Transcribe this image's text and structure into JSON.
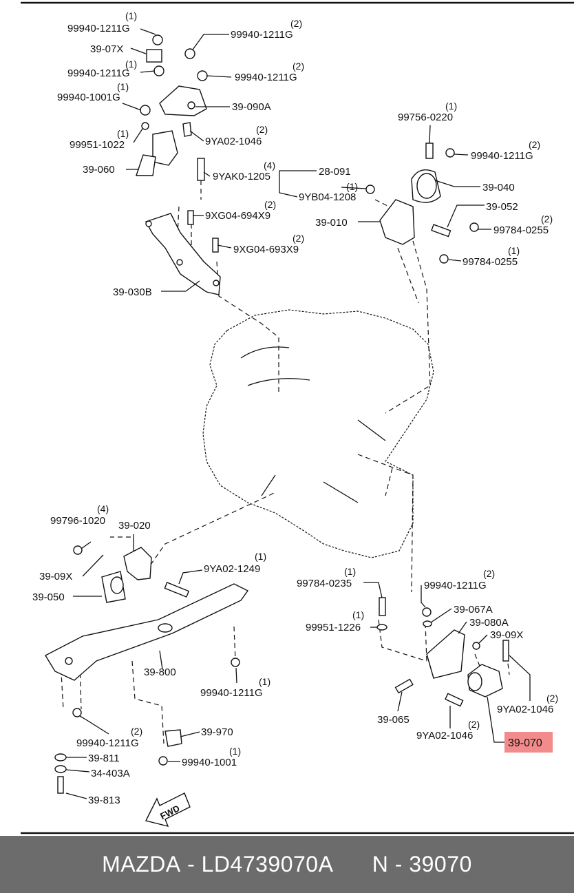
{
  "diagram": {
    "labels": [
      {
        "part": "99940-1211G",
        "qty": "(1)"
      },
      {
        "part": "39-07X"
      },
      {
        "part": "99940-1211G",
        "qty": "(1)"
      },
      {
        "part": "99940-1001G",
        "qty": "(1)"
      },
      {
        "part": "99951-1022",
        "qty": "(1)"
      },
      {
        "part": "39-060"
      },
      {
        "part": "99940-1211G",
        "qty": "(2)"
      },
      {
        "part": "99940-1211G",
        "qty": "(2)"
      },
      {
        "part": "39-090A"
      },
      {
        "part": "9YA02-1046",
        "qty": "(2)"
      },
      {
        "part": "9YAK0-1205",
        "qty": "(4)"
      },
      {
        "part": "9XG04-694X9",
        "qty": "(2)"
      },
      {
        "part": "9XG04-693X9",
        "qty": "(2)"
      },
      {
        "part": "39-030B"
      },
      {
        "part": "28-091"
      },
      {
        "part": "9YB04-1208",
        "qty": "(1)"
      },
      {
        "part": "39-010"
      },
      {
        "part": "99756-0220",
        "qty": "(1)"
      },
      {
        "part": "99940-1211G",
        "qty": "(2)"
      },
      {
        "part": "39-040"
      },
      {
        "part": "39-052"
      },
      {
        "part": "99784-0255",
        "qty": "(2)"
      },
      {
        "part": "99784-0255",
        "qty": "(1)"
      },
      {
        "part": "99796-1020",
        "qty": "(4)"
      },
      {
        "part": "39-020"
      },
      {
        "part": "39-09X"
      },
      {
        "part": "39-050"
      },
      {
        "part": "9YA02-1249",
        "qty": "(1)"
      },
      {
        "part": "39-800"
      },
      {
        "part": "99940-1211G",
        "qty": "(1)"
      },
      {
        "part": "99940-1211G",
        "qty": "(2)"
      },
      {
        "part": "39-970"
      },
      {
        "part": "99940-1001",
        "qty": "(1)"
      },
      {
        "part": "39-811"
      },
      {
        "part": "34-403A"
      },
      {
        "part": "39-813"
      },
      {
        "part": "99784-0235",
        "qty": "(1)"
      },
      {
        "part": "99951-1226",
        "qty": "(1)"
      },
      {
        "part": "99940-1211G",
        "qty": "(2)"
      },
      {
        "part": "39-067A"
      },
      {
        "part": "39-080A"
      },
      {
        "part": "39-09X"
      },
      {
        "part": "9YA02-1046",
        "qty": "(2)"
      },
      {
        "part": "39-065"
      },
      {
        "part": "9YA02-1046",
        "qty": "(2)"
      },
      {
        "part": "39-070",
        "highlight": true
      }
    ],
    "fwd_label": "FWD",
    "highlight_color": "#f28b8b"
  },
  "footer": {
    "brand": "MAZDA",
    "separator": " - ",
    "part_number": "LD4739070A",
    "code": "N - 39070",
    "background": "#6c6c6c"
  }
}
